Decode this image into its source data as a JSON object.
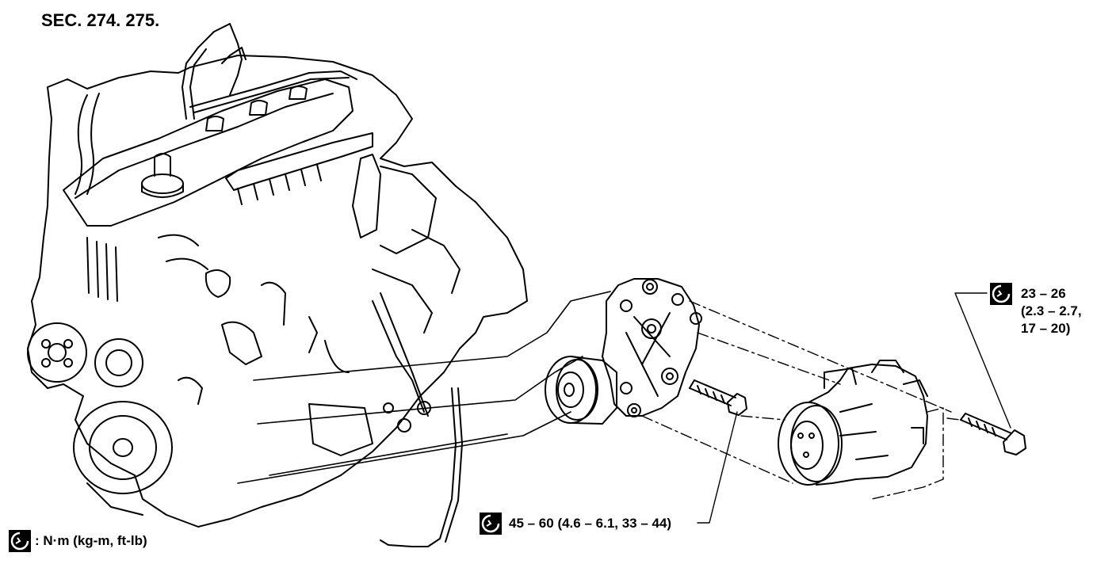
{
  "section_ref": "SEC. 274. 275.",
  "torque_callouts": {
    "upper_bolt": {
      "lines": [
        "23 – 26",
        "(2.3 – 2.7,",
        "17 – 20)"
      ]
    },
    "lower_bolts": {
      "text": "45 – 60 (4.6 – 6.1, 33 – 44)"
    }
  },
  "legend": {
    "text": ": N·m (kg-m, ft-lb)",
    "icon": "torque-wrench-icon"
  },
  "colors": {
    "ink": "#000000",
    "paper": "#ffffff"
  }
}
